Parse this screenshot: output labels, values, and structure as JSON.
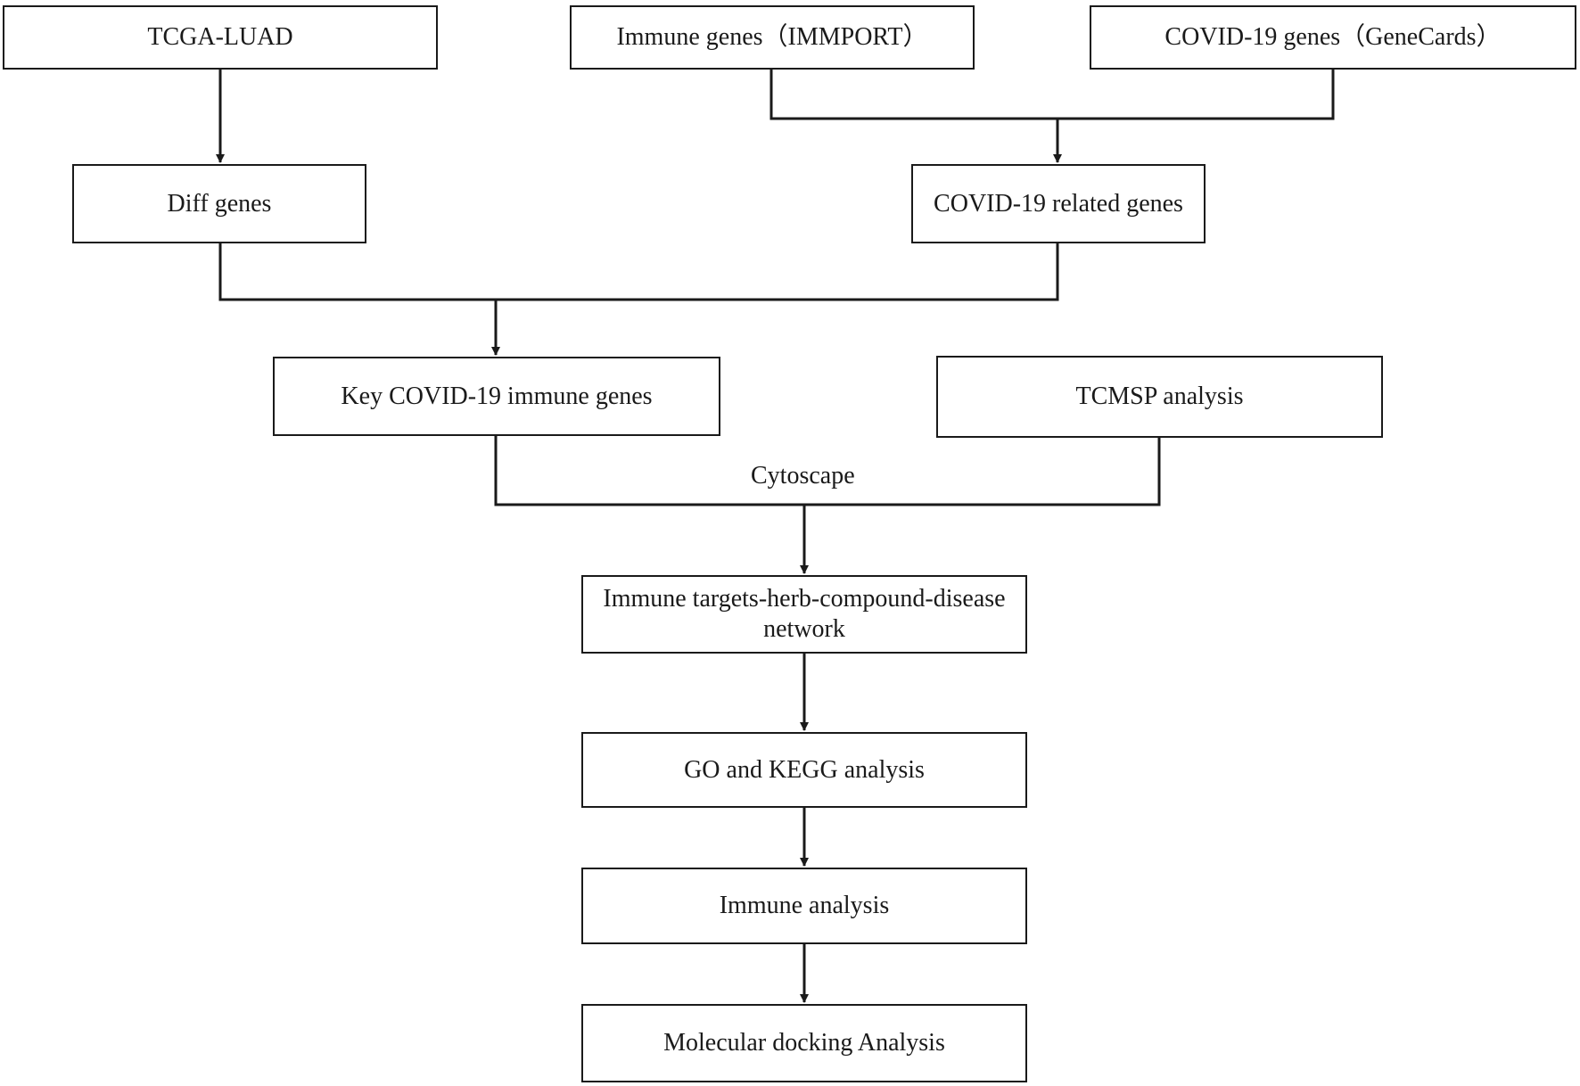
{
  "colors": {
    "stroke": "#1a1a1a",
    "background": "#ffffff"
  },
  "nodes": {
    "tcga_luad": "TCGA-LUAD",
    "immune_genes": "Immune genes（IMMPORT）",
    "covid_genes": "COVID-19 genes（GeneCards）",
    "diff_genes": "Diff genes",
    "covid_related": "COVID-19 related genes",
    "key_immune": "Key COVID-19 immune genes",
    "tcmsp": "TCMSP analysis",
    "network": "Immune targets-herb-compound-disease network",
    "go_kegg": "GO and KEGG analysis",
    "immune_analysis": "Immune analysis",
    "docking": "Molecular docking Analysis"
  },
  "edge_labels": {
    "cytoscape": "Cytoscape"
  }
}
